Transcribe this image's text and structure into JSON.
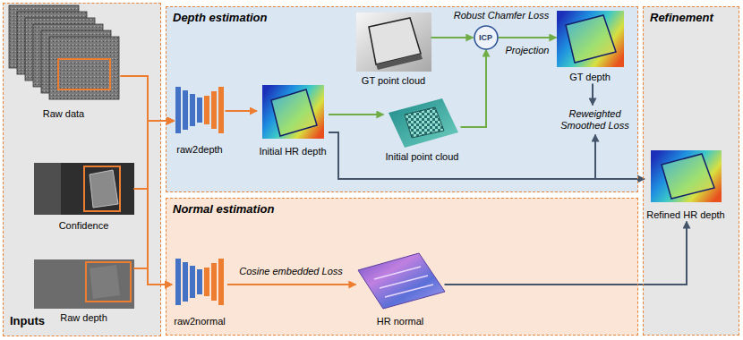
{
  "diagram": {
    "nodes": [
      {
        "text": [
          "Inputs"
        ]
      },
      {
        "text": [
          "Raw data"
        ],
        "in": 0
      },
      {
        "text": [
          "Confidence"
        ],
        "in": 0
      },
      {
        "text": [
          "Raw depth"
        ],
        "in": 0
      },
      {
        "text": [
          "Depth estimation"
        ]
      },
      {
        "text": [
          "raw2depth"
        ],
        "in": 4
      },
      {
        "text": [
          "Initial HR depth"
        ],
        "in": 4
      },
      {
        "text": [
          "GT point cloud"
        ],
        "in": 4
      },
      {
        "text": [
          "Initial point cloud"
        ],
        "in": 4
      },
      {
        "text": [
          "ICP"
        ],
        "in": 4
      },
      {
        "text": [
          "GT depth"
        ],
        "in": 4
      },
      {
        "text": [
          "Reweighted Smoothed Loss"
        ],
        "in": 4
      },
      {
        "text": [
          "Normal estimation"
        ]
      },
      {
        "text": [
          "raw2normal"
        ],
        "in": 12
      },
      {
        "text": [
          "HR normal"
        ],
        "in": 12
      },
      {
        "text": [
          "Refinement"
        ]
      },
      {
        "text": [
          "Refined HR depth"
        ],
        "in": 15
      }
    ],
    "edges": [
      {
        "from": 1,
        "to": 5,
        "arrow": "to"
      },
      {
        "from": 2,
        "to": 5,
        "arrow": "to"
      },
      {
        "from": 3,
        "to": 5,
        "arrow": "to"
      },
      {
        "from": 1,
        "to": 13,
        "arrow": "to"
      },
      {
        "from": 2,
        "to": 13,
        "arrow": "to"
      },
      {
        "from": 3,
        "to": 13,
        "arrow": "to"
      },
      {
        "from": 5,
        "to": 6,
        "arrow": "to"
      },
      {
        "from": 6,
        "to": 8,
        "arrow": "to"
      },
      {
        "from": 8,
        "to": 9,
        "arrow": "to"
      },
      {
        "from": 7,
        "to": 9,
        "arrow": "to"
      },
      {
        "from": 9,
        "to": 10,
        "label": "Projection",
        "arrow": "to"
      },
      {
        "from": 10,
        "to": 11,
        "arrow": "to"
      },
      {
        "from": 6,
        "to": 11,
        "arrow": "to"
      },
      {
        "from": 6,
        "to": 16,
        "arrow": "to"
      },
      {
        "from": 13,
        "to": 14,
        "label": "Cosine embedded Loss",
        "arrow": "to"
      },
      {
        "from": 14,
        "to": 16,
        "arrow": "to"
      }
    ],
    "labels": [
      "Robust Chamfer Loss"
    ]
  }
}
